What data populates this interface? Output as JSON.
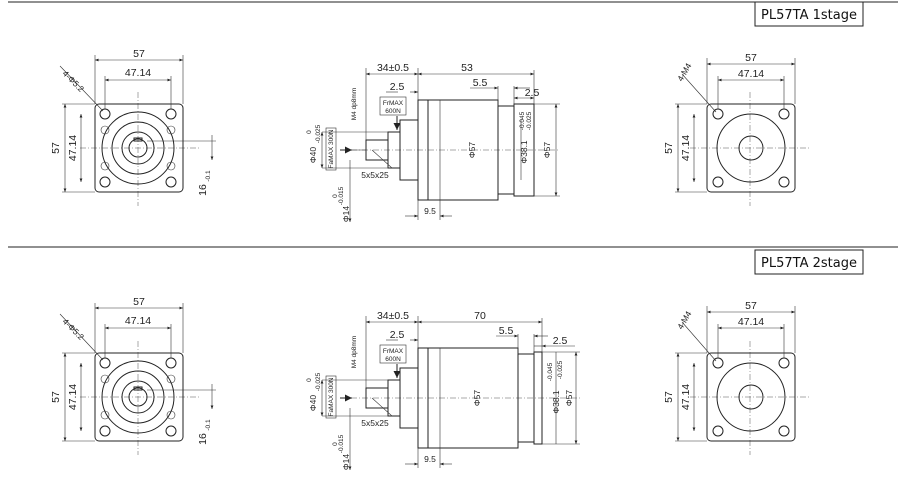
{
  "panels": [
    {
      "title": "PL57TA  1stage",
      "front": {
        "width": "57",
        "pitch": "47.14",
        "holes": "4-Φ5.2",
        "height": "57",
        "pitch_v": "47.14",
        "key": "16",
        "key_tol": "-0.1"
      },
      "side": {
        "shaft_len": "34±0.5",
        "shoulder": "2.5",
        "body_len": "53",
        "step": "5.5",
        "lip": "2.5",
        "fr_label": "FrMAX",
        "fr_value": "600N",
        "fa_label": "FaMAX 300N",
        "tap": "M4 dp8mm",
        "pilot": "Φ40",
        "pilot_tol_upper": "0",
        "pilot_tol_lower": "-0.025",
        "shaft": "Φ14",
        "shaft_tol_upper": "0",
        "shaft_tol_lower": "-0.015",
        "keyway": "5x5x25",
        "flange_gap": "9.5",
        "body_dia": "Φ57",
        "bore": "Φ38.1",
        "bore_tol_upper": "-0.045",
        "bore_tol_lower": "-0.025",
        "outer": "Φ57"
      },
      "rear": {
        "width": "57",
        "pitch": "47.14",
        "holes": "4-M4",
        "height": "57",
        "pitch_v": "47.14"
      }
    },
    {
      "title": "PL57TA  2stage",
      "front": {
        "width": "57",
        "pitch": "47.14",
        "holes": "4-Φ5.2",
        "height": "57",
        "pitch_v": "47.14",
        "key": "16",
        "key_tol": "-0.1"
      },
      "side": {
        "shaft_len": "34±0.5",
        "shoulder": "2.5",
        "body_len": "70",
        "step": "5.5",
        "lip": "2.5",
        "fr_label": "FrMAX",
        "fr_value": "600N",
        "fa_label": "FaMAX 300N",
        "tap": "M4 dp8mm",
        "pilot": "Φ40",
        "pilot_tol_upper": "0",
        "pilot_tol_lower": "-0.025",
        "shaft": "Φ14",
        "shaft_tol_upper": "0",
        "shaft_tol_lower": "-0.015",
        "keyway": "5x5x25",
        "flange_gap": "9.5",
        "body_dia": "Φ57",
        "bore": "Φ38.1",
        "bore_tol_upper": "-0.045",
        "bore_tol_lower": "-0.025",
        "outer": "Φ57"
      },
      "rear": {
        "width": "57",
        "pitch": "47.14",
        "holes": "4-M4",
        "height": "57",
        "pitch_v": "47.14"
      }
    }
  ]
}
